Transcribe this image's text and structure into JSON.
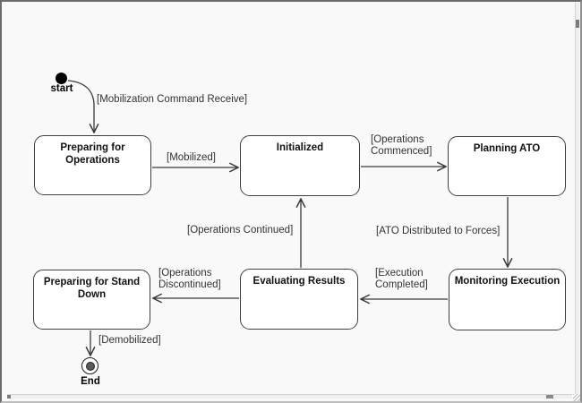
{
  "canvas": {
    "background": "#f9f9f9",
    "node_border_color": "#3f3f3f",
    "arrow_color": "#3a3a3a",
    "end_dot_color": "#5a5a5a"
  },
  "markers": {
    "start_label": "start",
    "end_label": "End"
  },
  "states": {
    "preparing_operations": {
      "label": "Preparing for Operations"
    },
    "initialized": {
      "label": "Initialized"
    },
    "planning_ato": {
      "label": "Planning ATO"
    },
    "monitoring_execution": {
      "label": "Monitoring Execution"
    },
    "evaluating_results": {
      "label": "Evaluating Results"
    },
    "preparing_stand_down": {
      "label": "Preparing for Stand Down"
    }
  },
  "transitions": {
    "mobilization_command": {
      "label": "[Mobilization Command Receive]",
      "from": "start",
      "to": "Preparing for Operations"
    },
    "mobilized": {
      "label": "[Mobilized]",
      "from": "Preparing for Operations",
      "to": "Initialized"
    },
    "operations_commenced": {
      "label": "[Operations Commenced]",
      "from": "Initialized",
      "to": "Planning ATO"
    },
    "ato_distributed": {
      "label": "[ATO Distributed to Forces]",
      "from": "Planning ATO",
      "to": "Monitoring Execution"
    },
    "execution_completed": {
      "label": "[Execution Completed]",
      "from": "Monitoring Execution",
      "to": "Evaluating Results"
    },
    "operations_continued": {
      "label": "[Operations Continued]",
      "from": "Evaluating Results",
      "to": "Initialized"
    },
    "operations_discontinued": {
      "label": "[Operations Discontinued]",
      "from": "Evaluating Results",
      "to": "Preparing for Stand Down"
    },
    "demobilized": {
      "label": "[Demobilized]",
      "from": "Preparing for Stand Down",
      "to": "End"
    }
  }
}
